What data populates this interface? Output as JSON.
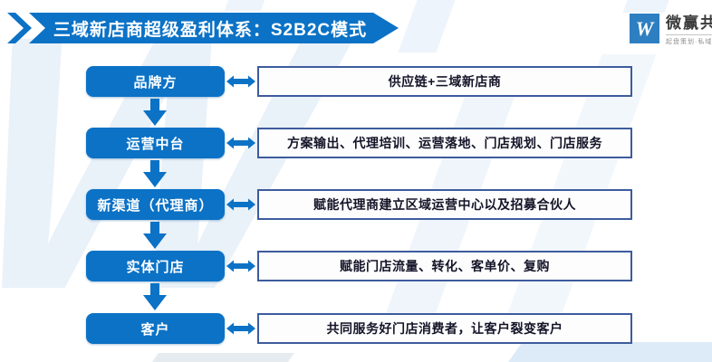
{
  "banner": {
    "title": "三域新店商超级盈利体系：S2B2C模式"
  },
  "logo": {
    "mark": "W",
    "name": "微赢共创",
    "tagline": "起盘策划·私域运营"
  },
  "flow": {
    "rows": [
      {
        "stage": "品牌方",
        "detail": "供应链+三域新店商"
      },
      {
        "stage": "运营中台",
        "detail": "方案输出、代理培训、运营落地、门店规划、门店服务"
      },
      {
        "stage": "新渠道（代理商）",
        "detail": "赋能代理商建立区域运营中心以及招募合伙人"
      },
      {
        "stage": "实体门店",
        "detail": "赋能门店流量、转化、客单价、复购"
      },
      {
        "stage": "客户",
        "detail": "共同服务好门店消费者，让客户裂变客户"
      }
    ]
  },
  "colors": {
    "primary_blue": "#0b72c6",
    "detail_border": "#3d5c9e",
    "logo_blue": "#2e7fc1",
    "watermark": "#e9f1f9"
  }
}
